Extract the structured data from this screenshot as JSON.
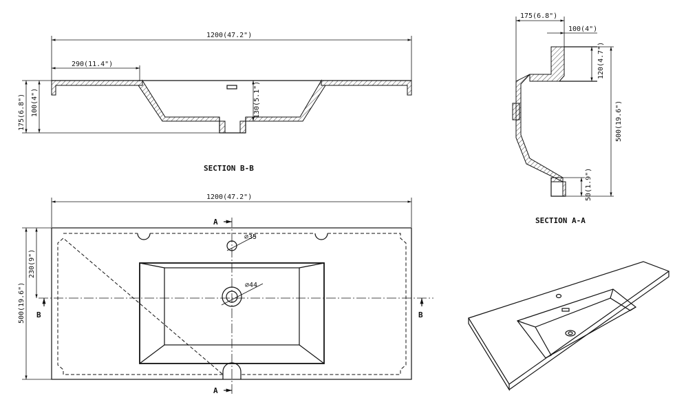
{
  "section_bb": {
    "title": "SECTION B-B",
    "dim_width": "1200(47.2\")",
    "dim_offset": "290(11.4\")",
    "dim_height": "175(6.8\")",
    "dim_front": "100(4\")",
    "dim_depth": "130(5.1\")"
  },
  "section_aa": {
    "title": "SECTION A-A",
    "dim_top": "175(6.8\")",
    "dim_front": "100(4\")",
    "dim_back": "120(4.7\")",
    "dim_total": "500(19.6\")",
    "dim_bottom": "50(1.9\")"
  },
  "plan": {
    "dim_width": "1200(47.2\")",
    "dim_depth": "500(19.6\")",
    "dim_tap": "230(9\")",
    "hole_tap": "⌀35",
    "hole_drain": "⌀44",
    "marker_a_top": "A",
    "marker_a_bottom": "A",
    "marker_b_left": "B",
    "marker_b_right": "B"
  }
}
